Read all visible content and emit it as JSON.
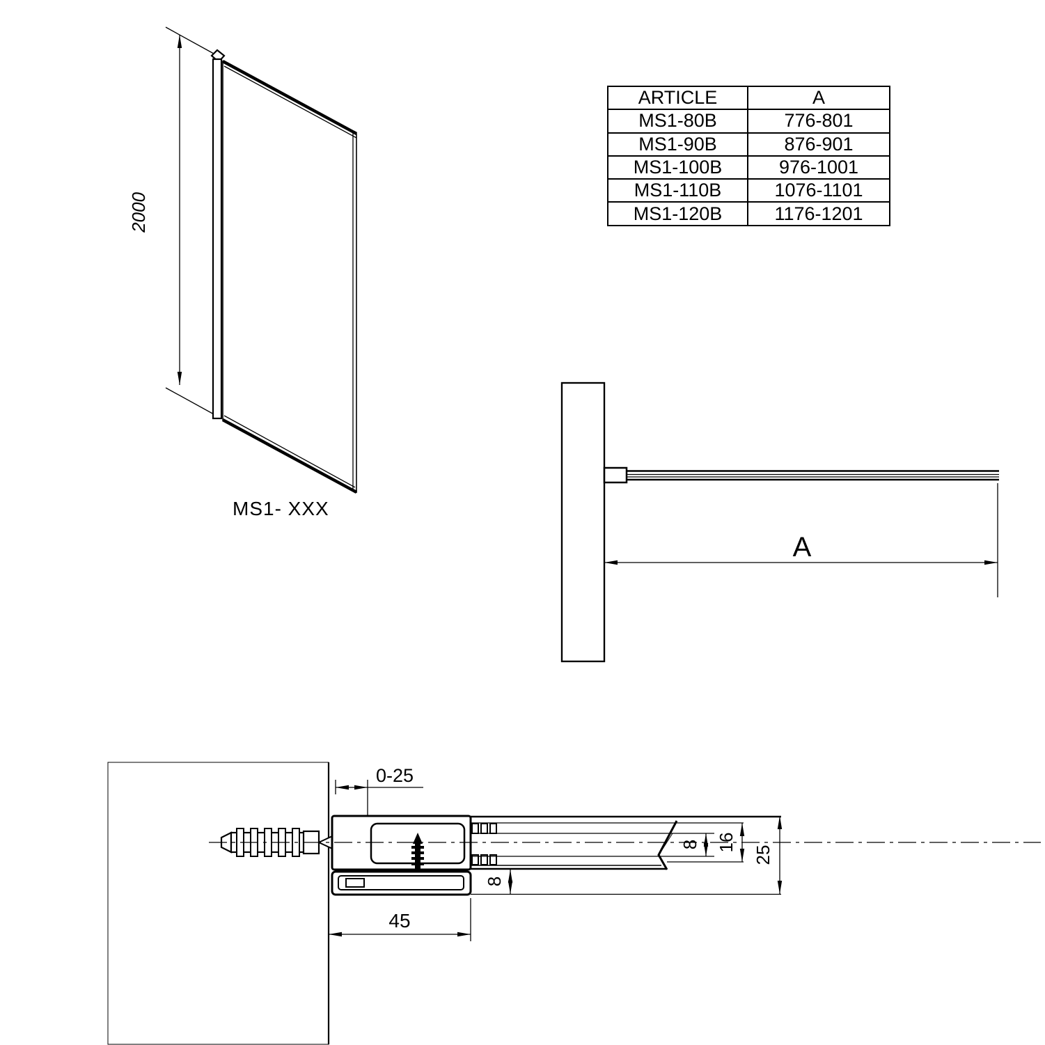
{
  "front_view": {
    "height_dim": "2000",
    "label": "MS1- XXX"
  },
  "table": {
    "headers": {
      "article": "ARTICLE",
      "a": "A"
    },
    "rows": [
      {
        "article": "MS1-80B",
        "a": "776-801"
      },
      {
        "article": "MS1-90B",
        "a": "876-901"
      },
      {
        "article": "MS1-100B",
        "a": "976-1001"
      },
      {
        "article": "MS1-110B",
        "a": "1076-1101"
      },
      {
        "article": "MS1-120B",
        "a": "1176-1201"
      }
    ]
  },
  "top_view": {
    "width_dim": "A"
  },
  "section_view": {
    "dims": {
      "wall_offset": "0-25",
      "profile_width": "45",
      "bottom_gap": "8",
      "glass_thickness": "8",
      "channel_height": "16",
      "total_height": "25"
    }
  },
  "colors": {
    "glass_light": "#DFF6FA",
    "glass_cyan": "#46D5E8",
    "line": "#000000"
  }
}
